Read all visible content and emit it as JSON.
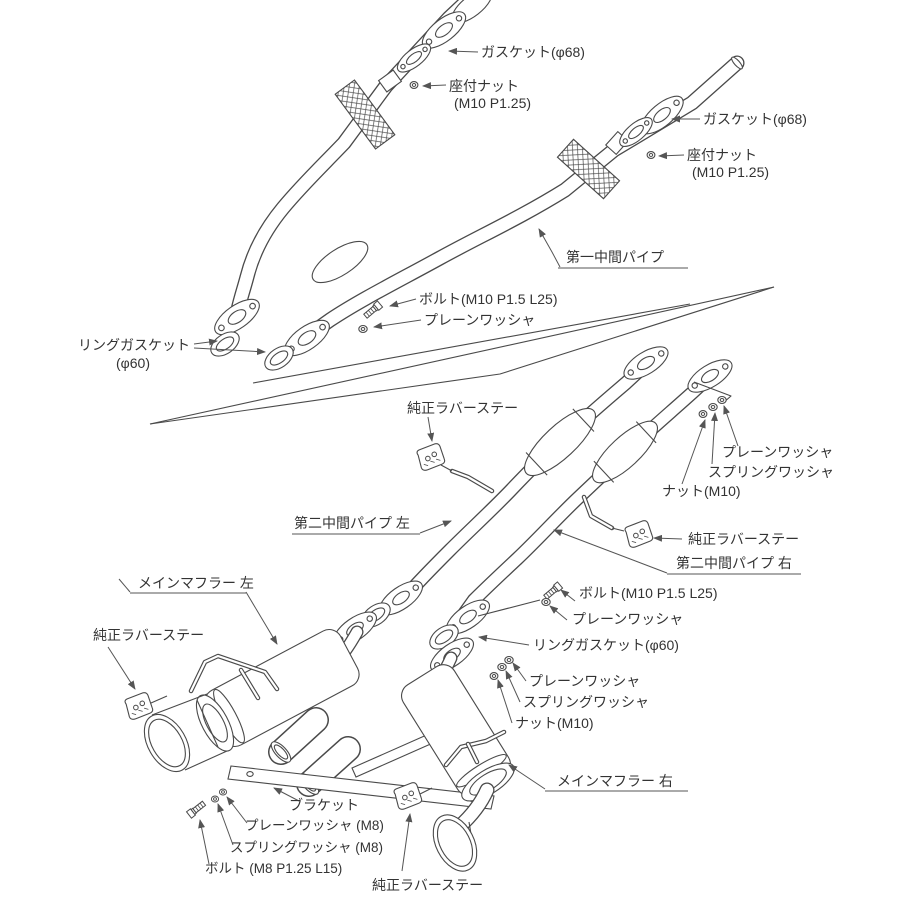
{
  "colors": {
    "background": "#ffffff",
    "line": "#4a4a4a",
    "label_text": "#333333"
  },
  "labels": {
    "gasket_68_a": "ガスケット(φ68)",
    "seat_nut_a1": "座付ナット",
    "seat_nut_a2": "(M10  P1.25)",
    "gasket_68_b": "ガスケット(φ68)",
    "seat_nut_b1": "座付ナット",
    "seat_nut_b2": "(M10 P1.25)",
    "first_mid_pipe": "第一中間パイプ",
    "bolt_m10_a": "ボルト(M10 P1.5 L25)",
    "plain_washer_a": "プレーンワッシャ",
    "ring_gasket_a1": "リングガスケット",
    "ring_gasket_a2": "(φ60)",
    "oem_rubber_stay_a": "純正ラバーステー",
    "plain_washer_b": "プレーンワッシャ",
    "spring_washer_b": "スプリングワッシャ",
    "nut_m10_b": "ナット(M10)",
    "second_mid_pipe_left": "第二中間パイプ 左",
    "oem_rubber_stay_b": "純正ラバーステー",
    "second_mid_pipe_right": "第二中間パイプ 右",
    "main_muffler_left": "メインマフラー 左",
    "oem_rubber_stay_c": "純正ラバーステー",
    "bolt_m10_b": "ボルト(M10 P1.5 L25)",
    "plain_washer_c": "プレーンワッシャ",
    "ring_gasket_b": "リングガスケット(φ60)",
    "plain_washer_d": "プレーンワッシャ",
    "spring_washer_d": "スプリングワッシャ",
    "nut_m10_d": "ナット(M10)",
    "main_muffler_right": "メインマフラー 右",
    "bracket": "ブラケット",
    "plain_washer_m8": "プレーンワッシャ (M8)",
    "spring_washer_m8": "スプリングワッシャ (M8)",
    "bolt_m8": "ボルト (M8 P1.25 L15)",
    "oem_rubber_stay_d": "純正ラバーステー"
  }
}
